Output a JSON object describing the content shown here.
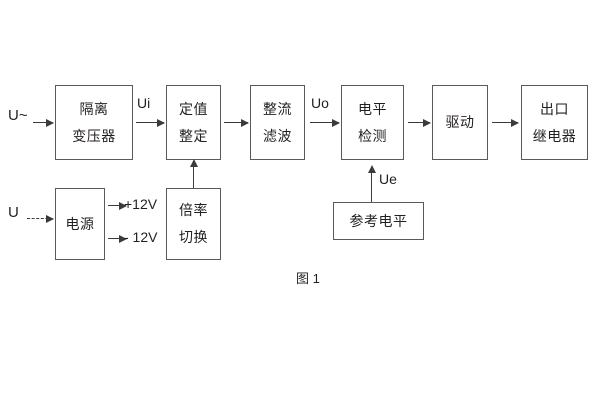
{
  "figure": {
    "caption": "图 1",
    "accent": "#231f20",
    "line_color": "#3b3b3d",
    "box_border": "#59595b",
    "background": "#ffffff"
  },
  "blocks": {
    "isolation_transformer": {
      "line1": "隔离",
      "line2": "变压器"
    },
    "setting_value": {
      "line1": "定值",
      "line2": "整定"
    },
    "rectify_filter": {
      "line1": "整流",
      "line2": "滤波"
    },
    "level_detect": {
      "line1": "电平",
      "line2": "检测"
    },
    "drive": {
      "line1": "驱动"
    },
    "output_relay": {
      "line1": "出口",
      "line2": "继电器"
    },
    "power_supply": {
      "line1": "电源"
    },
    "multiplier_switch": {
      "line1": "倍率",
      "line2": "切换"
    },
    "reference_level": {
      "line1": "参考电平"
    }
  },
  "signals": {
    "input_ac": "U~",
    "input_dc": "U",
    "ui": "Ui",
    "uo": "Uo",
    "ue": "Ue",
    "plus_12v": "+12V",
    "minus_12v": "- 12V"
  }
}
